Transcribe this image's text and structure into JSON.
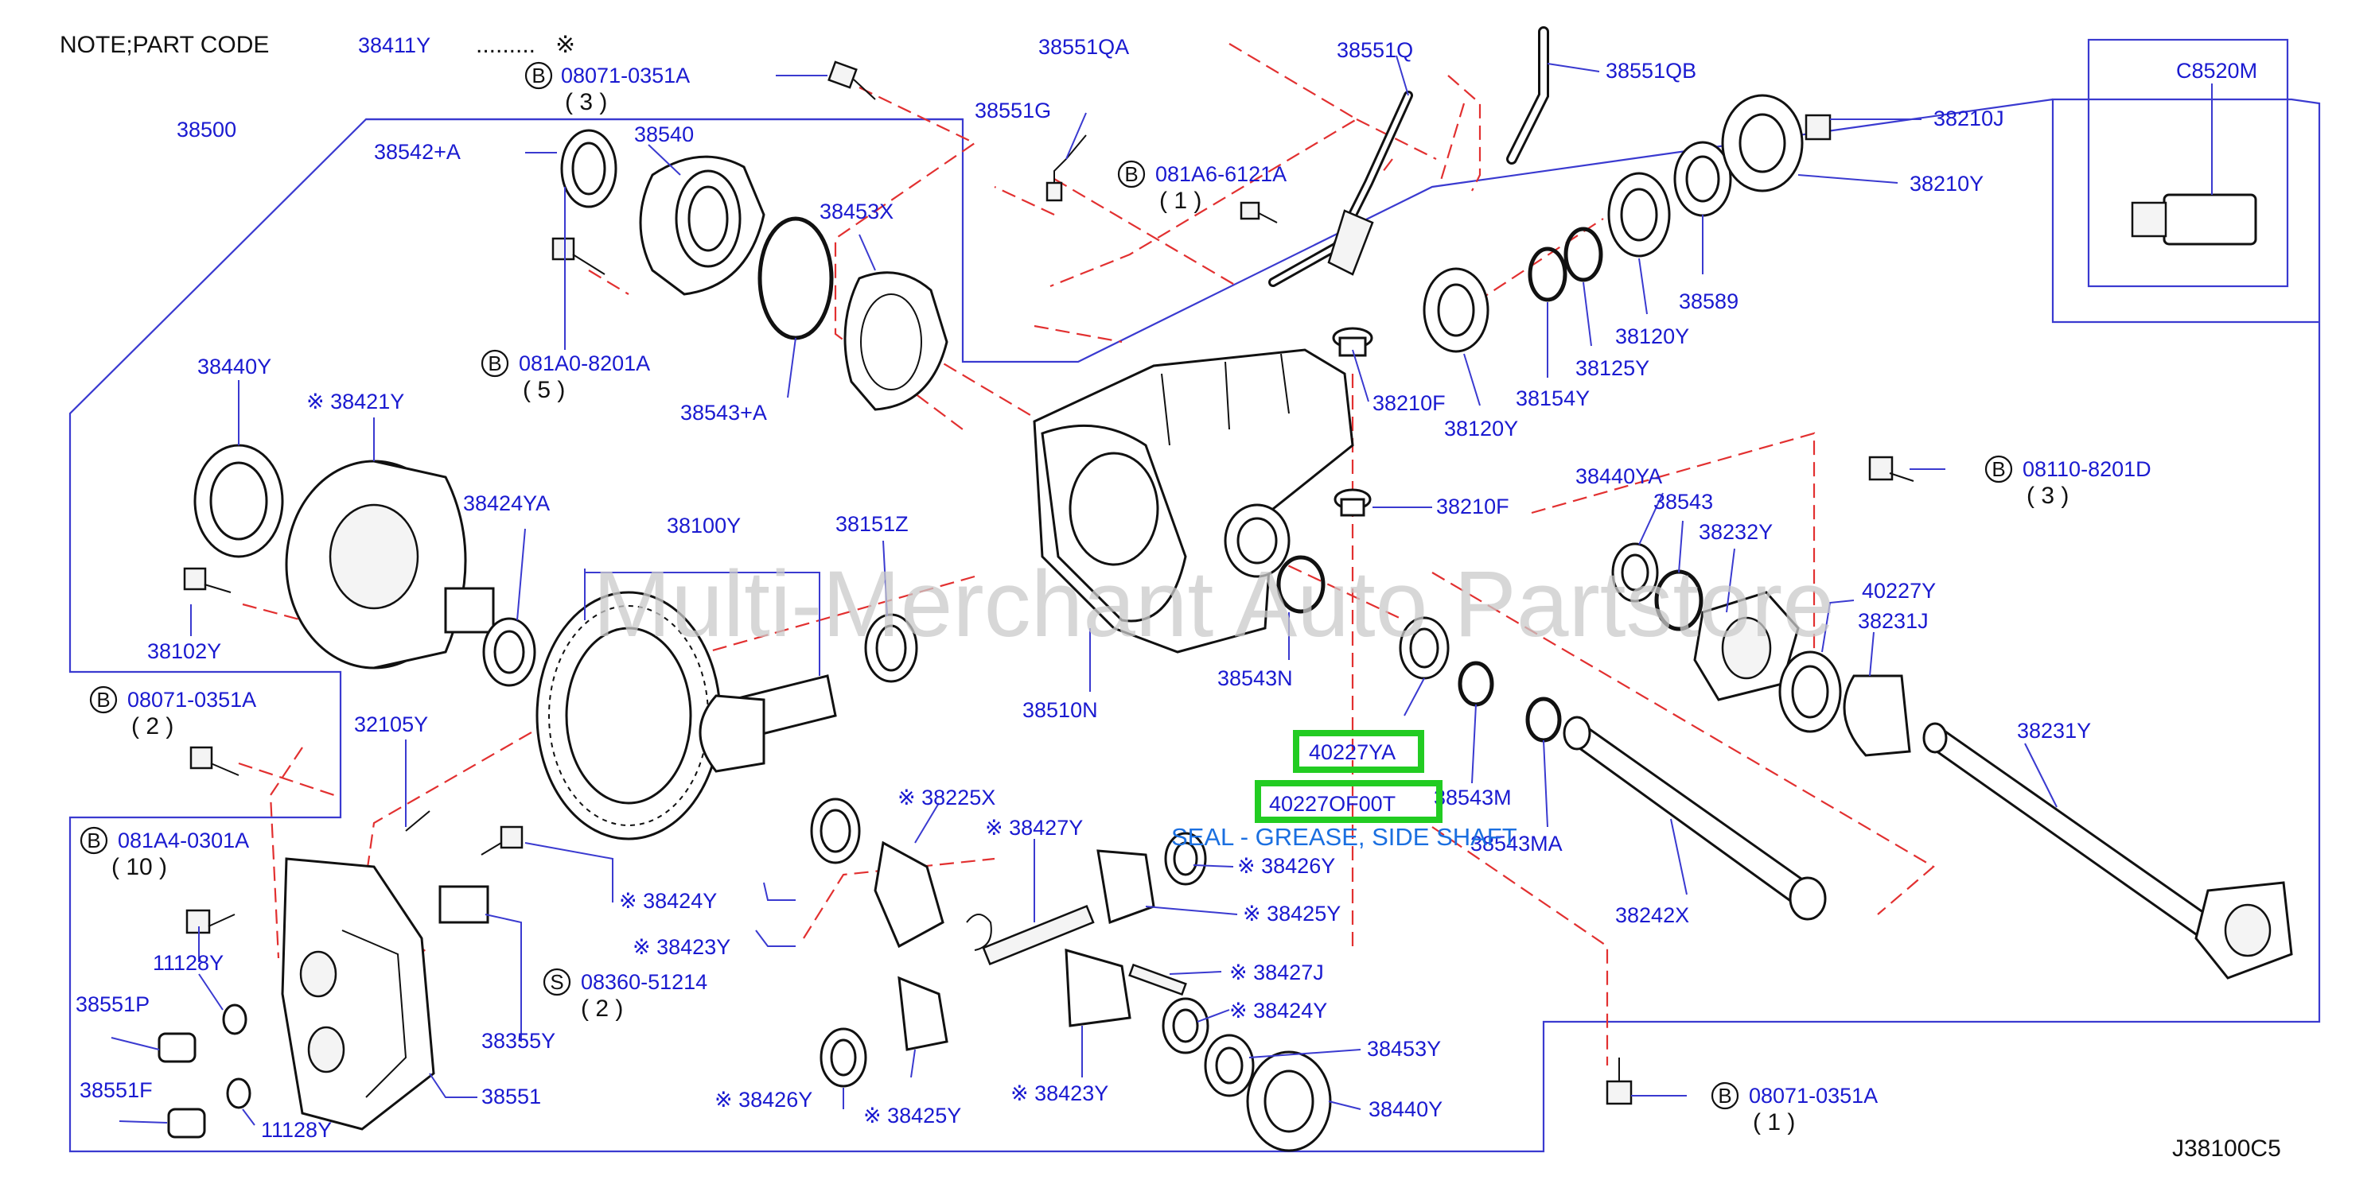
{
  "header": {
    "note": "NOTE;PART  CODE",
    "note_code": "38411Y",
    "note_dots": ".........",
    "note_mark": "※"
  },
  "diagram_code": "J38100C5",
  "watermark": "Multi-Merchant Auto Partstore",
  "highlight": {
    "part_a": "40227YA",
    "part_b": "40227OF00T",
    "part_b_name": "SEAL - GREASE, SIDE SHAFT"
  },
  "colors": {
    "label_blue": "#1a1ad0",
    "leader_red": "#e23030",
    "highlight_green": "#22cc22",
    "watermark_gray": "#c9c9c9"
  },
  "labels": {
    "p38500": "38500",
    "p38542a": "38542+A",
    "p38540": "38540",
    "p38453x": "38453X",
    "p38543a": "38543+A",
    "p38440y_l": "38440Y",
    "p38421y": "※ 38421Y",
    "p38424ya": "38424YA",
    "p38102y": "38102Y",
    "p38100y": "38100Y",
    "p38151z": "38151Z",
    "p38510n": "38510N",
    "p38543n": "38543N",
    "p38551qa": "38551QA",
    "p38551g": "38551G",
    "p38551q": "38551Q",
    "p38551qb": "38551QB",
    "p38210j": "38210J",
    "p38210y": "38210Y",
    "p38589": "38589",
    "p38120y_a": "38120Y",
    "p38125y": "38125Y",
    "p38154y": "38154Y",
    "p38120y_b": "38120Y",
    "p38210f_a": "38210F",
    "p38210f_b": "38210F",
    "pc8520m": "C8520M",
    "p38440ya": "38440YA",
    "p38543": "38543",
    "p38232y": "38232Y",
    "p40227y": "40227Y",
    "p38231j": "38231J",
    "p38231y": "38231Y",
    "p38242x": "38242X",
    "p38543m": "38543M",
    "p38543ma": "38543MA",
    "p32105y": "32105Y",
    "p38225x": "※ 38225X",
    "p38427y": "※ 38427Y",
    "p38426y_r": "※ 38426Y",
    "p38425y_r": "※ 38425Y",
    "p38427j": "※ 38427J",
    "p38424y_r": "※ 38424Y",
    "p38453y": "38453Y",
    "p38440y_b": "38440Y",
    "p38423y_b": "※ 38423Y",
    "p38425y_b": "※ 38425Y",
    "p38426y_b": "※ 38426Y",
    "p38424y_m": "※ 38424Y",
    "p38423y_m": "※ 38423Y",
    "p38355y": "38355Y",
    "p38551": "38551",
    "p11128y_a": "11128Y",
    "p11128y_b": "11128Y",
    "p38551p": "38551P",
    "p38551f": "38551F"
  },
  "bolts": {
    "b1": {
      "type": "B",
      "code": "08071-0351A",
      "qty": "( 3 )"
    },
    "b2": {
      "type": "B",
      "code": "081A6-6121A",
      "qty": "( 1 )"
    },
    "b3": {
      "type": "B",
      "code": "081A0-8201A",
      "qty": "( 5 )"
    },
    "b4": {
      "type": "B",
      "code": "08110-8201D",
      "qty": "( 3 )"
    },
    "b5": {
      "type": "B",
      "code": "08071-0351A",
      "qty": "( 2 )"
    },
    "b6": {
      "type": "B",
      "code": "081A4-0301A",
      "qty": "( 10 )"
    },
    "b7": {
      "type": "S",
      "code": "08360-51214",
      "qty": "( 2  )"
    },
    "b8": {
      "type": "B",
      "code": "08071-0351A",
      "qty": "( 1 )"
    }
  }
}
